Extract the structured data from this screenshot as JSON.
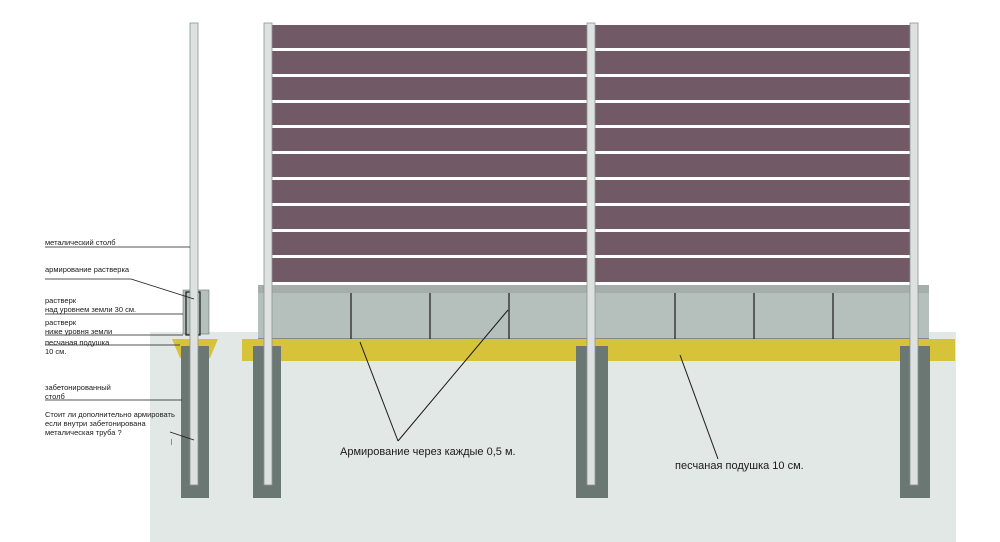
{
  "labels": {
    "metal_post": "металический столб",
    "grillage_reinforcement": "армирование растверка",
    "grillage_above_line1": "растверк",
    "grillage_above_line2": "над уровнем земли 30 см.",
    "grillage_below_line1": "растверк",
    "grillage_below_line2": "ниже уровня земли",
    "sand_cushion_line1": "песчаная подушка",
    "sand_cushion_line2": "10 см.",
    "concreted_post_line1": "забетонированный",
    "concreted_post_line2": "столб",
    "question_line1": "Стоит ли дополнительно армировать",
    "question_line2": "если внутри забетонирована",
    "question_line3": "металическая труба ?",
    "reinforcement_spacing": "Армирование через каждые  0,5 м.",
    "sand_cushion_main": "песчаная подушка 10 см."
  },
  "colors": {
    "fence_boards": "#715a65",
    "board_gap": "#ffffff",
    "grillage": "#b5bfbb",
    "sand": "#d6c33a",
    "ground": "#e2e8e6",
    "concrete_footing": "#6b7772",
    "metal_pipe": "#dde2e0",
    "pipe_outline": "#8c9490",
    "leader_line": "#1a1a1a"
  },
  "icons": {
    "rebar_mark": "rebar-tick-icon"
  }
}
